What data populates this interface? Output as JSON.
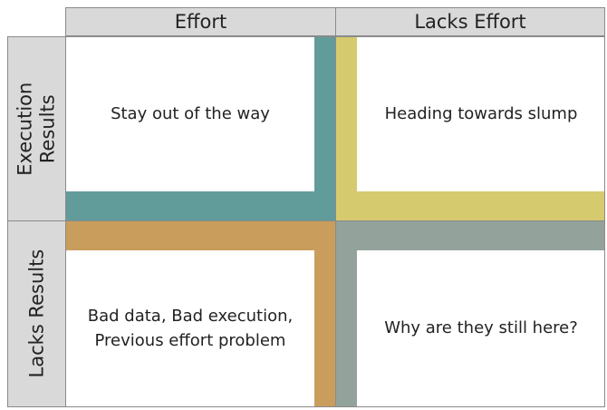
{
  "columns": {
    "effort": "Effort",
    "lacks_effort": "Lacks Effort"
  },
  "rows": {
    "execution_results": [
      "Execution",
      "Results"
    ],
    "lacks_results": "Lacks Results"
  },
  "quadrants": {
    "top_left": "Stay out of the way",
    "top_right": "Heading towards slump",
    "bottom_left": [
      "Bad data, Bad execution,",
      "Previous effort problem"
    ],
    "bottom_right": "Why are they still here?"
  },
  "colors": {
    "teal": "#629c9a",
    "yellow": "#d5cb6e",
    "orange": "#c99d5b",
    "gray_green": "#93a39c",
    "header_gray": "#d9d9d9"
  }
}
